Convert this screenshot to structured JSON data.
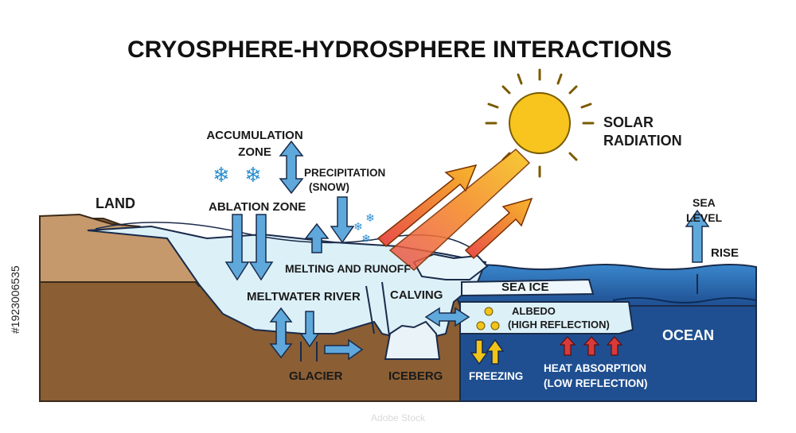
{
  "title": "CRYOSPHERE-HYDROSPHERE INTERACTIONS",
  "labels": {
    "land": "LAND",
    "accumulation_line1": "ACCUMULATION",
    "accumulation_line2": "ZONE",
    "ablation_zone": "ABLATION ZONE",
    "precipitation_line1": "PRECIPITATION",
    "precipitation_line2": "(SNOW)",
    "solar_line1": "SOLAR",
    "solar_line2": "RADIATION",
    "sea_level_line1": "SEA",
    "sea_level_line2": "LEVEL",
    "rise": "RISE",
    "melting_runoff": "MELTING AND RUNOFF",
    "meltwater_river": "MELTWATER RIVER",
    "calving": "CALVING",
    "sea_ice": "SEA ICE",
    "albedo_line1": "ALBEDO",
    "albedo_line2": "(HIGH REFLECTION)",
    "ocean": "OCEAN",
    "glacier": "GLACIER",
    "iceberg": "ICEBERG",
    "freezing": "FREEZING",
    "heat_line1": "HEAT ABSORPTION",
    "heat_line2": "(LOW REFLECTION)"
  },
  "watermark": {
    "brand": "Adobe Stock",
    "id": "#1923006535"
  },
  "colors": {
    "land": "#c6996c",
    "soil": "#8b5e34",
    "glacier": "#dcf0f8",
    "ocean_surface": "#2f6fb6",
    "ocean_deep": "#1f4f91",
    "arrow_blue": "#5fa8dc",
    "sun": "#f7c51e",
    "radiation_in": "#f39b2b",
    "heat_arrow": "#d83a3a",
    "freeze_arrow": "#f0c419"
  },
  "icons": [
    "snowflake-icon",
    "sun-icon"
  ]
}
